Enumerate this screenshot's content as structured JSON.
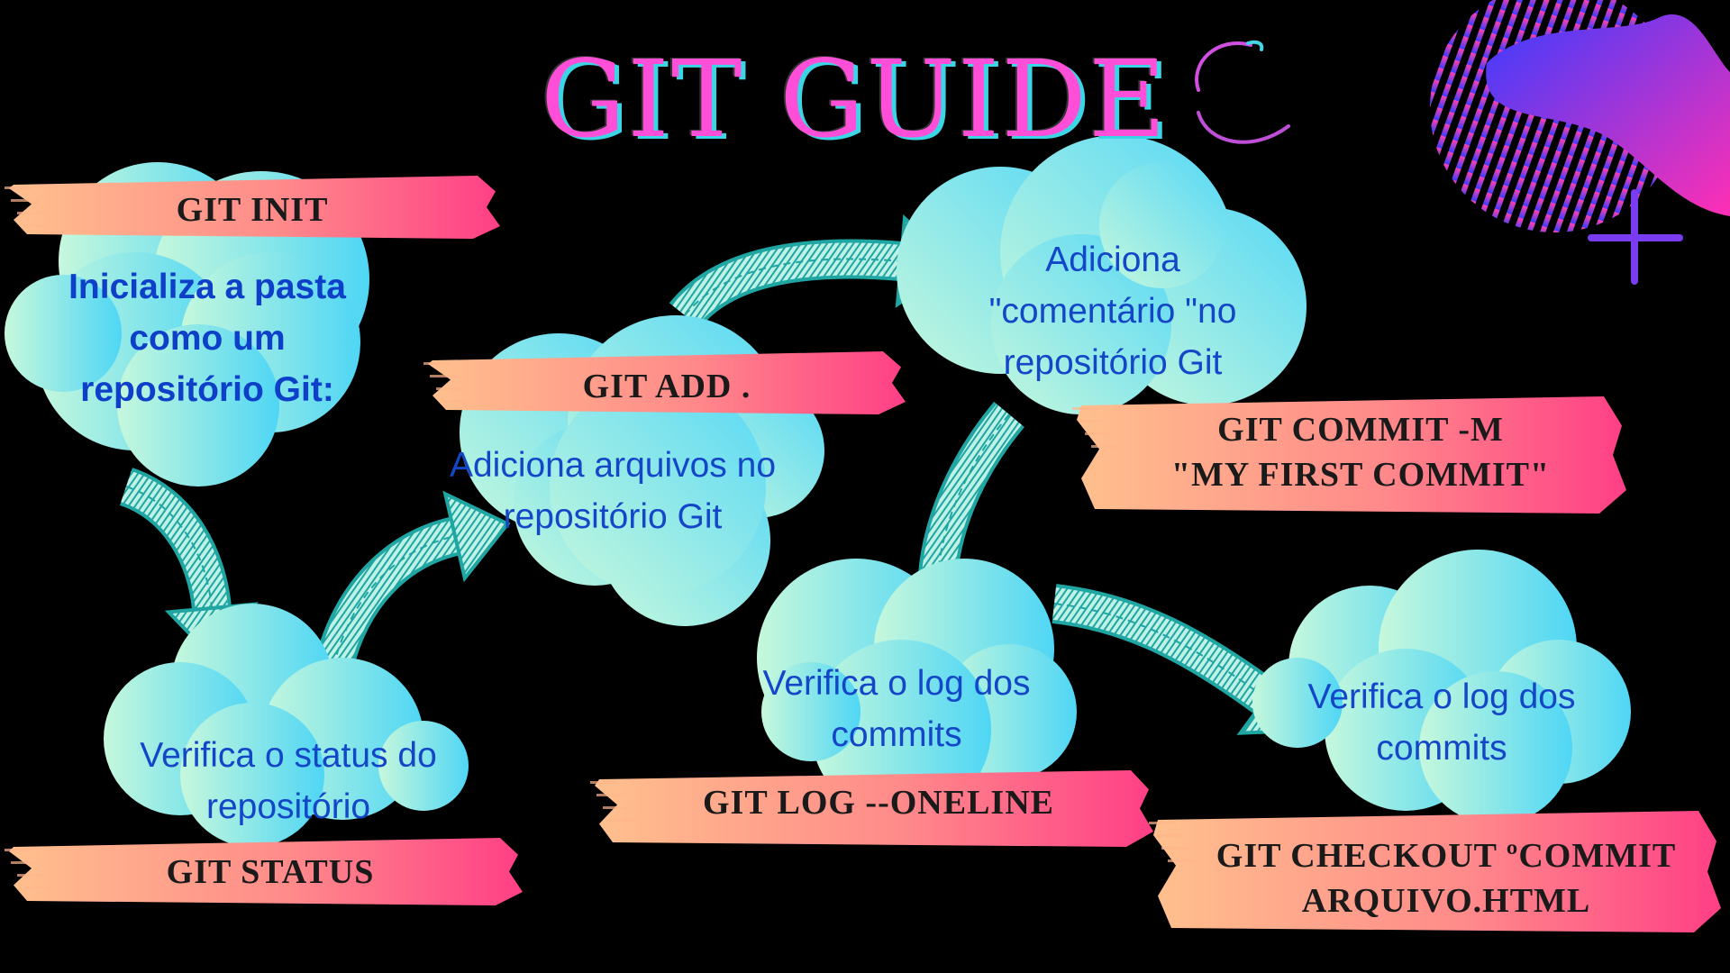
{
  "title": "GIT GUIDE",
  "colors": {
    "background": "#000000",
    "title": "#ff4fd8",
    "title_shadow": "#3bd6e6",
    "cloud_gradient": [
      "#b8f7df",
      "#4fd6f5"
    ],
    "label_gradient": [
      "#ffb38a",
      "#ff4a86"
    ],
    "cloud_text": "#1446c8",
    "arrow_fill": "#bff2e6",
    "arrow_stroke": "#1fa6a3"
  },
  "steps": [
    {
      "label": "GIT INIT",
      "description": [
        "Inicializa a pasta",
        "como um",
        "repositório Git:"
      ]
    },
    {
      "label": "GIT STATUS",
      "description": [
        "Verifica o status do",
        "repositório"
      ]
    },
    {
      "label": "GIT ADD .",
      "description": [
        "Adiciona arquivos no",
        "repositório Git"
      ]
    },
    {
      "label": [
        "GIT COMMIT -M",
        "\"MY FIRST COMMIT\""
      ],
      "description": [
        "Adiciona",
        "\"comentário \"no",
        "repositório Git"
      ]
    },
    {
      "label": "GIT LOG --ONELINE",
      "description": [
        "Verifica o log dos",
        "commits"
      ]
    },
    {
      "label": [
        "GIT CHECKOUT ºCOMMIT",
        "ARQUIVO.HTML"
      ],
      "description": [
        "Verifica o log dos",
        "commits"
      ]
    }
  ],
  "decoration_icons": [
    "striped-blob-icon",
    "plus-icon",
    "swirl-icon"
  ]
}
